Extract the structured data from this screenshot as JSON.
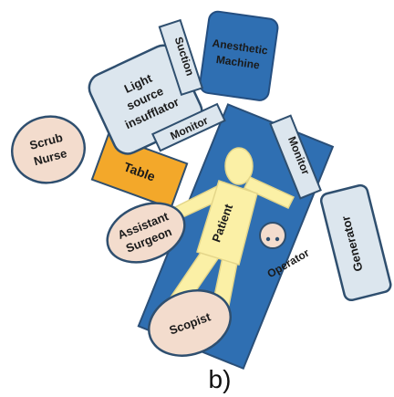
{
  "diagram": {
    "caption": "b)",
    "items": {
      "anesthetic_machine": {
        "line1": "Anesthetic",
        "line2": "Machine"
      },
      "suction": "Suction",
      "light_source": {
        "line1": "Light",
        "line2": "source",
        "line3": "insufflator"
      },
      "monitor_left": "Monitor",
      "monitor_right": "Monitor",
      "scrub_nurse": {
        "line1": "Scrub",
        "line2": "Nurse"
      },
      "table": "Table",
      "patient": "Patient",
      "assistant_surgeon": {
        "line1": "Assistant",
        "line2": "Surgeon"
      },
      "operator": "Operator",
      "generator": "Generator",
      "scopist": "Scopist"
    },
    "colors": {
      "outline": "#2f4f6f",
      "light_fill": "#dce6ee",
      "ellipse_fill": "#f3dccd",
      "bed_blue": "#2f6fb2",
      "machine_blue": "#2f6fb2",
      "table_orange": "#f3a82a",
      "patient_fill": "#fbf0a6",
      "patient_outline": "#e4d68a"
    }
  }
}
